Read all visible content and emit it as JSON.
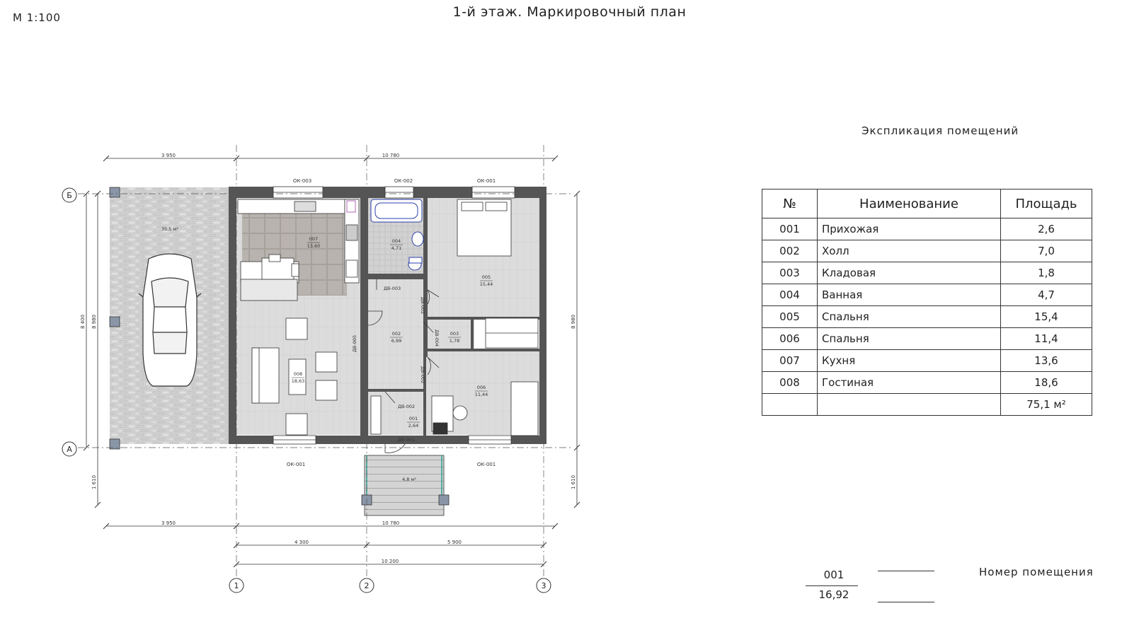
{
  "header": {
    "scale": "М 1:100",
    "title": "1-й этаж. Маркировочный план"
  },
  "explication": {
    "title": "Экспликация помещений",
    "columns": [
      "№",
      "Наименование",
      "Площадь"
    ],
    "rows": [
      {
        "num": "001",
        "name": "Прихожая",
        "area": "2,6"
      },
      {
        "num": "002",
        "name": "Холл",
        "area": "7,0"
      },
      {
        "num": "003",
        "name": "Кладовая",
        "area": "1,8"
      },
      {
        "num": "004",
        "name": "Ванная",
        "area": "4,7"
      },
      {
        "num": "005",
        "name": "Спальня",
        "area": "15,4"
      },
      {
        "num": "006",
        "name": "Спальня",
        "area": "11,4"
      },
      {
        "num": "007",
        "name": "Кухня",
        "area": "13,6"
      },
      {
        "num": "008",
        "name": "Гостиная",
        "area": "18,6"
      }
    ],
    "total": "75,1 м²"
  },
  "legend": {
    "number": "001",
    "area": "16,92",
    "label": "Номер помещения"
  },
  "plan": {
    "axes": {
      "letters": [
        "Б",
        "А"
      ],
      "numbers": [
        "1",
        "2",
        "3"
      ]
    },
    "dims": {
      "top_left": "3 950",
      "top_right": "10 780",
      "bottom_left": "3 950",
      "bottom_right": "10 780",
      "seg1": "4 300",
      "seg2": "5 900",
      "overall": "10 200",
      "left_outer": "8 400",
      "left_inner": "8 980",
      "right": "8 980",
      "porch_left": "1 610",
      "porch_right": "1 610"
    },
    "windows": {
      "ok1": "ОК-001",
      "ok2": "ОК-002",
      "ok3": "ОК-003"
    },
    "doors": {
      "dv1": "ДВ-001",
      "dv2": "ДВ-002",
      "dv3": "ДВ-003",
      "dv4": "ДВ-004",
      "dv5": "ДВ-005"
    },
    "rooms": [
      {
        "id": "007",
        "area": "13,60"
      },
      {
        "id": "004",
        "area": "4,71"
      },
      {
        "id": "005",
        "area": "15,44"
      },
      {
        "id": "002",
        "area": "6,99"
      },
      {
        "id": "003",
        "area": "1,78"
      },
      {
        "id": "008",
        "area": "18,63"
      },
      {
        "id": "006",
        "area": "11,44"
      },
      {
        "id": "001",
        "area": "2,64"
      }
    ],
    "parking_area": "35,5 м²",
    "porch_area": "4,8 м²"
  }
}
